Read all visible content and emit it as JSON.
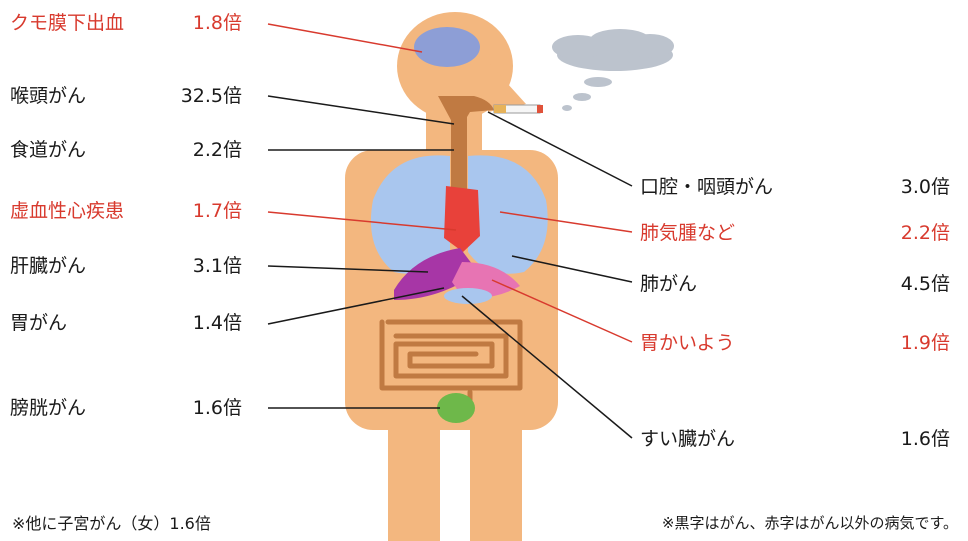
{
  "colors": {
    "disease_red": "#d83a2e",
    "cancer_black": "#1a1a1a",
    "skin": "#f3b77f",
    "brain": "#8d9ed6",
    "lung": "#a9c6ee",
    "heart": "#e8413a",
    "liver": "#a736a6",
    "stomach": "#e774b3",
    "bladder": "#6eb84a",
    "smoke": "#bcc3cd"
  },
  "left_labels": [
    {
      "name": "クモ膜下出血",
      "ratio": "1.8倍",
      "kind": "red"
    },
    {
      "name": "喉頭がん",
      "ratio": "32.5倍",
      "kind": "black"
    },
    {
      "name": "食道がん",
      "ratio": "2.2倍",
      "kind": "black"
    },
    {
      "name": "虚血性心疾患",
      "ratio": "1.7倍",
      "kind": "red"
    },
    {
      "name": "肝臓がん",
      "ratio": "3.1倍",
      "kind": "black"
    },
    {
      "name": "胃がん",
      "ratio": "1.4倍",
      "kind": "black"
    },
    {
      "name": "膀胱がん",
      "ratio": "1.6倍",
      "kind": "black"
    }
  ],
  "right_labels": [
    {
      "name": "口腔・咽頭がん",
      "ratio": "3.0倍",
      "kind": "black"
    },
    {
      "name": "肺気腫など",
      "ratio": "2.2倍",
      "kind": "red"
    },
    {
      "name": "肺がん",
      "ratio": "4.5倍",
      "kind": "black"
    },
    {
      "name": "胃かいよう",
      "ratio": "1.9倍",
      "kind": "red"
    },
    {
      "name": "すい臓がん",
      "ratio": "1.6倍",
      "kind": "black"
    }
  ],
  "footnotes": {
    "left": "※他に子宮がん（女）1.6倍",
    "right": "※黒字はがん、赤字はがん以外の病気です。"
  }
}
